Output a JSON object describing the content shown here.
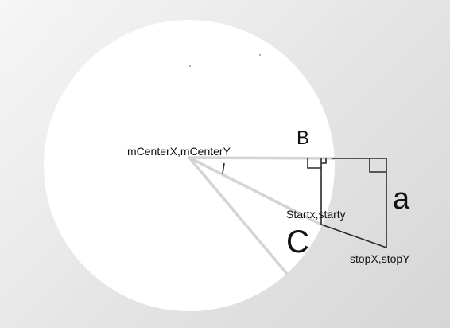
{
  "diagram": {
    "labels": {
      "center": "mCenterX,mCenterY",
      "b": "B",
      "start": "Startx,starty",
      "a": "a",
      "c": "C",
      "stop": "stopX,stopY"
    }
  }
}
